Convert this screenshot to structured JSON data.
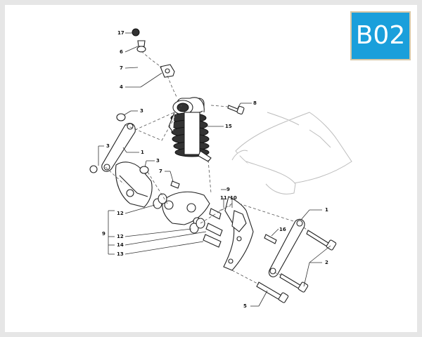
{
  "page_code": "B02",
  "labels": {
    "l17": "17",
    "l6": "6",
    "l7a": "7",
    "l4": "4",
    "l8": "8",
    "l3a": "3",
    "l15": "15",
    "l1a": "1",
    "l3b": "3",
    "l3c": "3",
    "l7b": "7",
    "l9a": "9",
    "l11": "11",
    "l10": "10",
    "l12a": "12",
    "l9b": "9",
    "l12b": "12",
    "l14": "14",
    "l13": "13",
    "l16": "16",
    "l1b": "1",
    "l2": "2",
    "l5": "5"
  },
  "colors": {
    "badge": "#1a9fdb",
    "badge_border": "#d7c7a6",
    "frame": "#e6e6e6"
  }
}
